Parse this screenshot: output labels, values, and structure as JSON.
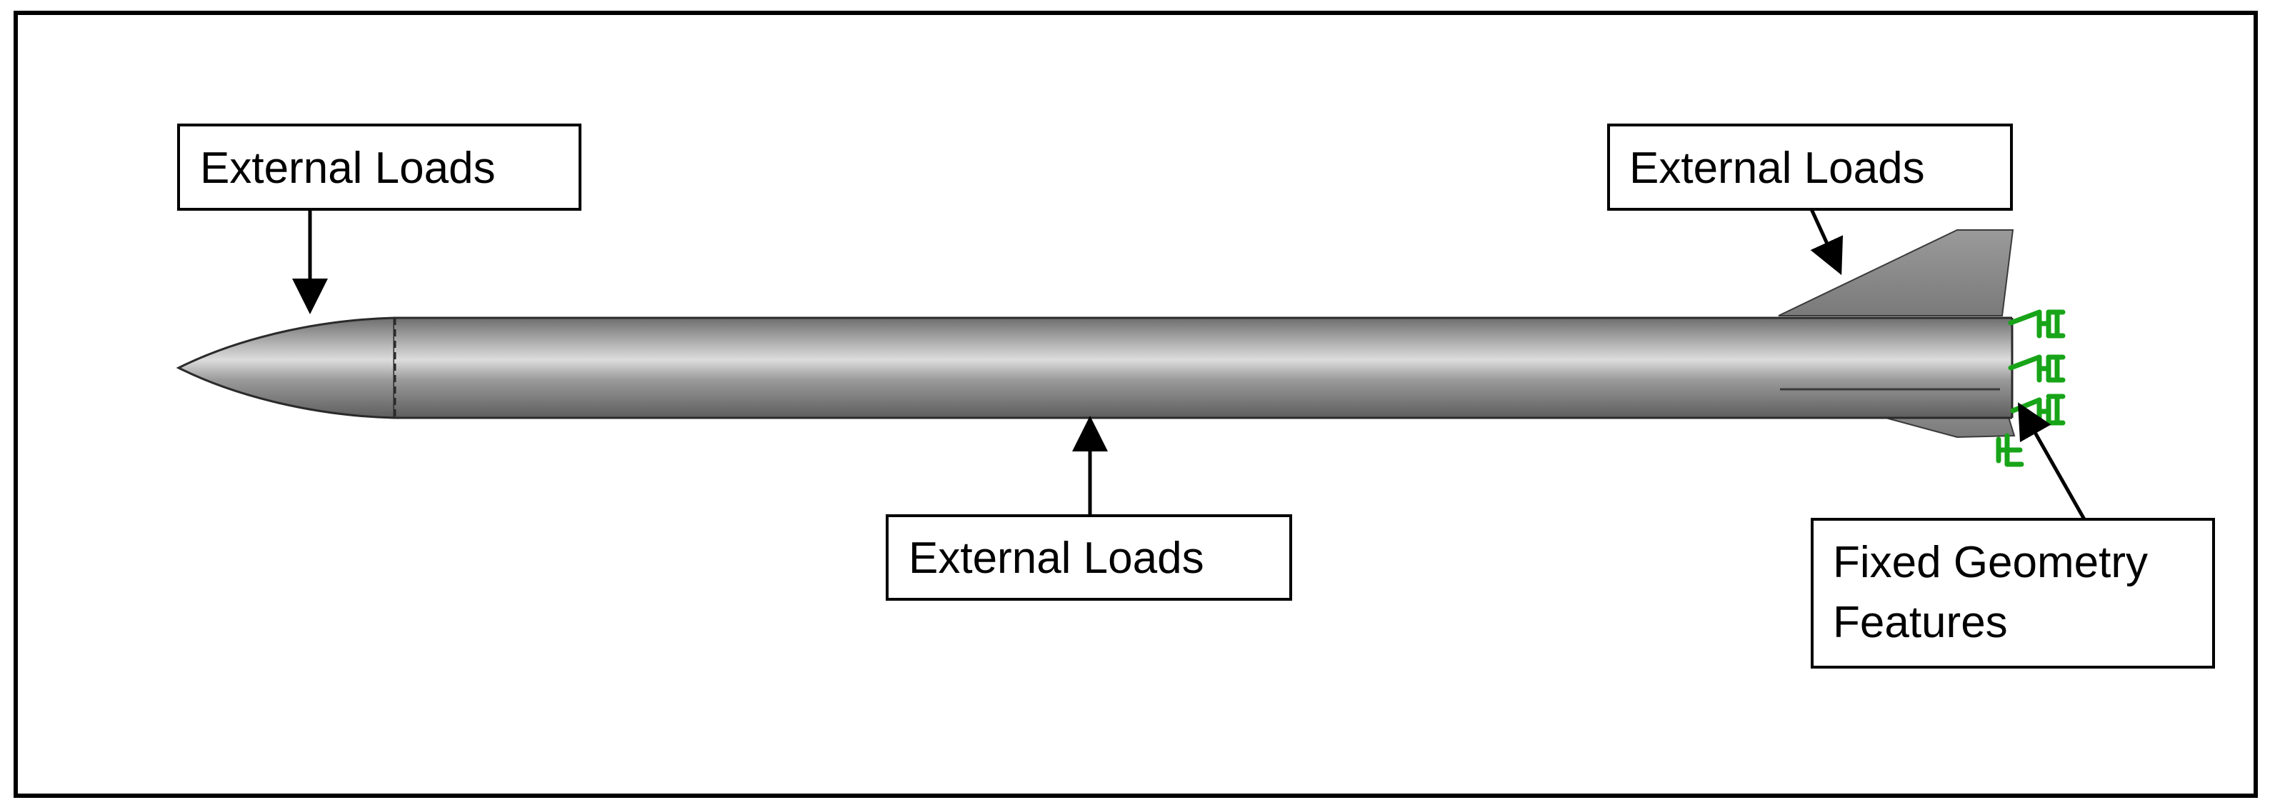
{
  "callouts": {
    "nose_loads": "External Loads",
    "fin_loads": "External Loads",
    "body_loads": "External Loads",
    "fixed_line1": "Fixed Geometry",
    "fixed_line2": "Features"
  },
  "colors": {
    "rocket_body": "#8c8c8c",
    "rocket_highlight": "#cfcfcf",
    "fin": "#8a8a8a",
    "fixture_symbol": "#18a418",
    "label_border": "#000000"
  },
  "icons": {
    "fixture": "fixed-geometry-icon",
    "arrow": "arrow-icon"
  }
}
